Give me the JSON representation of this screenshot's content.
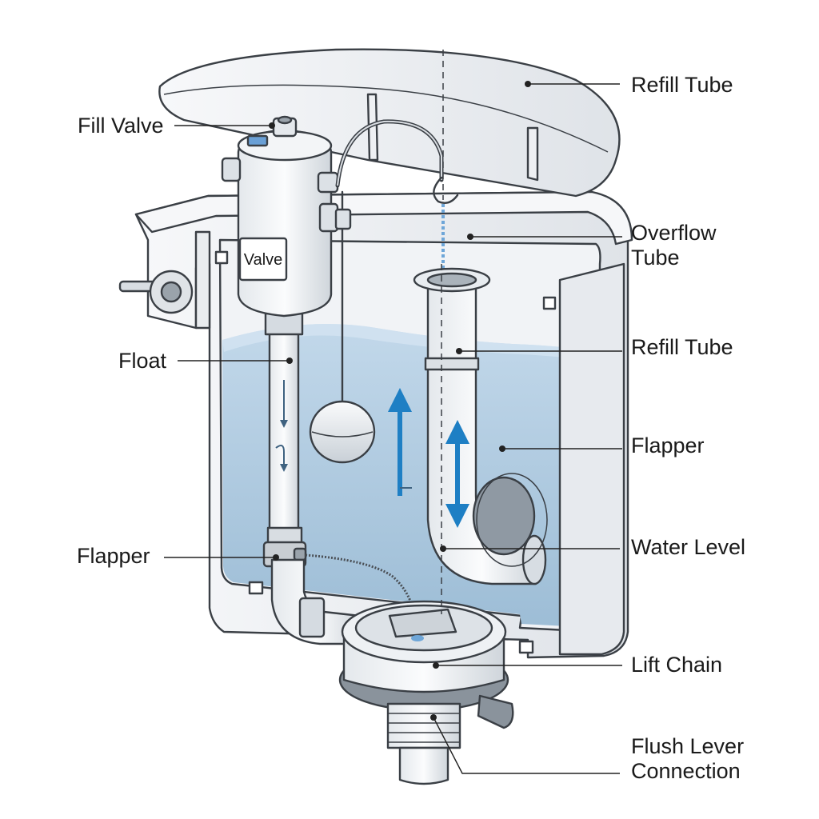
{
  "labels": {
    "refill_tube_top": "Refill Tube",
    "fill_valve": "Fill Valve",
    "overflow_tube_line1": "Overflow",
    "overflow_tube_line2": "Tube",
    "float": "Float",
    "refill_tube_mid": "Refill Tube",
    "flapper_right": "Flapper",
    "flapper_left": "Flapper",
    "water_level": "Water Level",
    "lift_chain": "Lift Chain",
    "flush_lever_line1": "Flush Lever",
    "flush_lever_line2": "Connection"
  },
  "valve_plate": "Valve",
  "colors": {
    "water": "#a9c7df",
    "water_surface": "#c5dbec",
    "porcelain": "#eef0f3",
    "outline": "#3a3f45",
    "flow_arrow": "#1e7fc4"
  }
}
